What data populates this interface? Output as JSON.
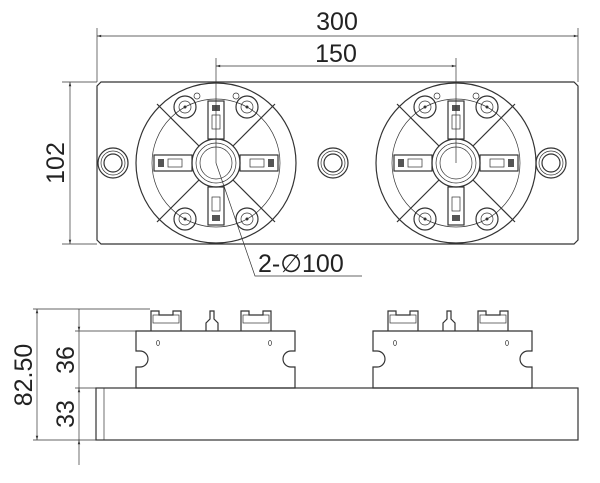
{
  "dimensions": {
    "overall_length": "300",
    "chuck_spacing": "150",
    "plate_width": "102",
    "chuck_diameter": "2-∅100",
    "total_height": "82.50",
    "chuck_height": "36",
    "base_height": "33"
  }
}
